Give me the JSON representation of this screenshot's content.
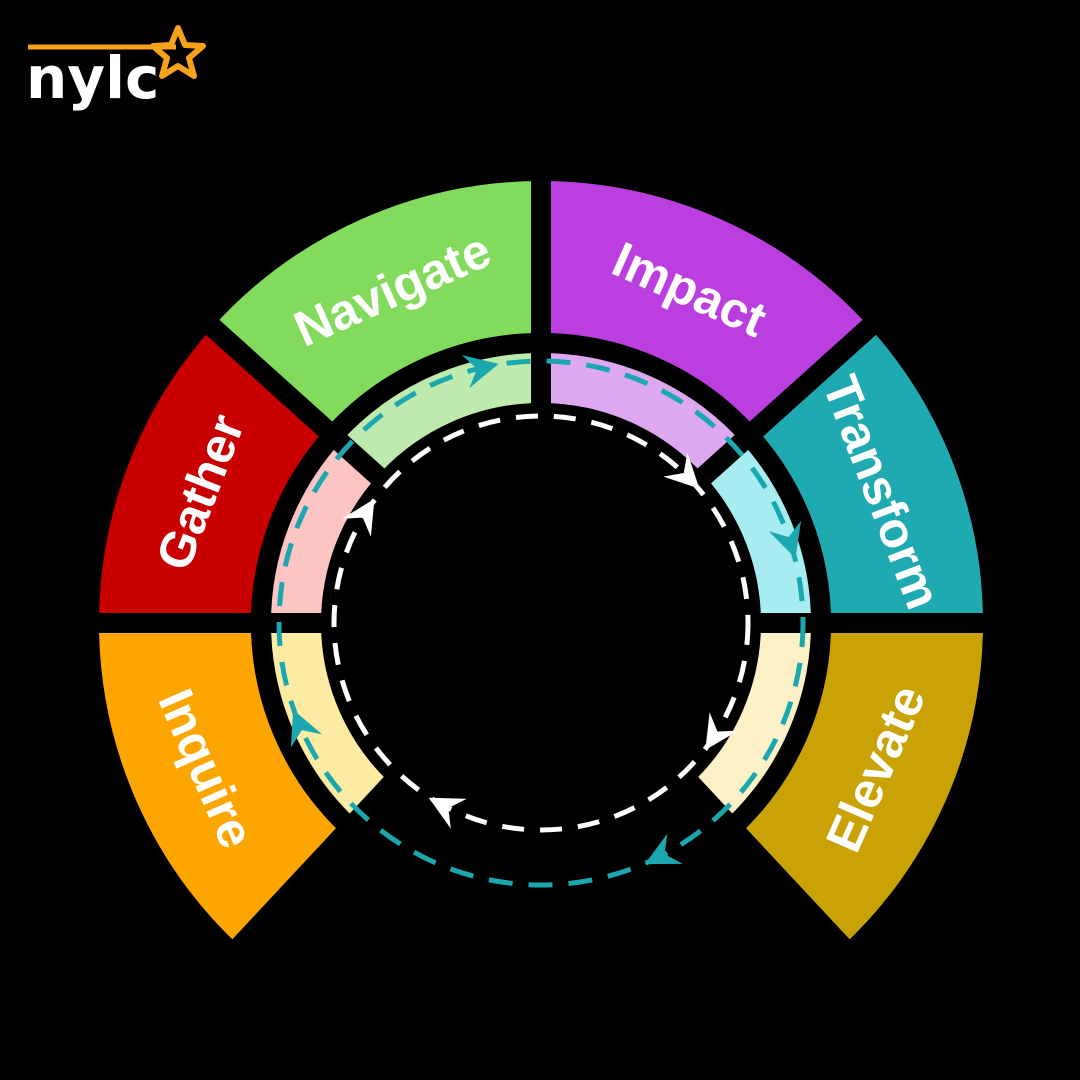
{
  "brand": {
    "name": "nylc",
    "accent": "#F7A21B",
    "text_color": "#FFFFFF"
  },
  "diagram": {
    "background": "#000000",
    "segments": [
      {
        "id": "navigate",
        "label": "Navigate",
        "outer": "#82DB5C",
        "inner": "#BFEAAE"
      },
      {
        "id": "impact",
        "label": "Impact",
        "outer": "#BB3FDF",
        "inner": "#DDA8F0"
      },
      {
        "id": "transform",
        "label": "Transform",
        "outer": "#1FAAB2",
        "inner": "#A6ECF0"
      },
      {
        "id": "elevate",
        "label": "Elevate",
        "outer": "#C9A206",
        "inner": "#FCF1C6"
      },
      {
        "id": "inquire",
        "label": "Inquire",
        "outer": "#FDA500",
        "inner": "#FDEBA4"
      },
      {
        "id": "gather",
        "label": "Gather",
        "outer": "#C80000",
        "inner": "#FDC4C4"
      }
    ],
    "outer_cycle_color": "#1AA7AF",
    "inner_cycle_color": "#FFFFFF"
  }
}
